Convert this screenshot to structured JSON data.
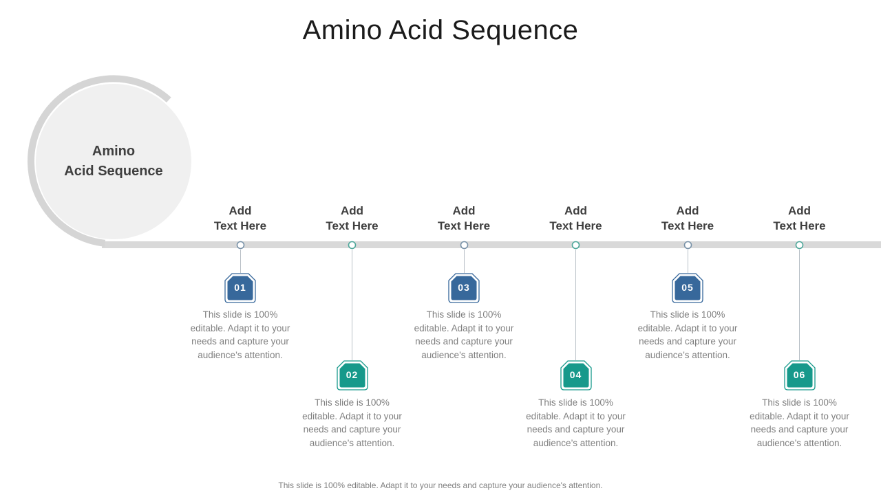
{
  "slide": {
    "title": "Amino Acid Sequence",
    "circle": {
      "label_line1": "Amino",
      "label_line2": "Acid Sequence"
    },
    "footer": "This slide is 100% editable. Adapt it to your needs and capture your audience's attention.",
    "colors": {
      "blue": "#37689B",
      "teal": "#17998B",
      "blue_dot": "#7A93A9",
      "teal_dot": "#4FA89B",
      "bar": "#D9D9D9",
      "arc": "#D5D5D5",
      "circle_fill": "#F0F0F0"
    },
    "steps": [
      {
        "number": "01",
        "heading_line1": "Add",
        "heading_line2": "Text Here",
        "color": "#37689B",
        "dot_color": "#7A93A9",
        "desc_lines": [
          "This slide is 100%",
          "editable. Adapt it to your",
          "needs and capture your",
          "audience’s attention."
        ]
      },
      {
        "number": "02",
        "heading_line1": "Add",
        "heading_line2": "Text Here",
        "color": "#17998B",
        "dot_color": "#4FA89B",
        "desc_lines": [
          "This slide is 100%",
          "editable. Adapt it to your",
          "needs and capture your",
          "audience’s attention."
        ]
      },
      {
        "number": "03",
        "heading_line1": "Add",
        "heading_line2": "Text Here",
        "color": "#37689B",
        "dot_color": "#7A93A9",
        "desc_lines": [
          "This slide is 100%",
          "editable. Adapt it to your",
          "needs and capture your",
          "audience’s attention."
        ]
      },
      {
        "number": "04",
        "heading_line1": "Add",
        "heading_line2": "Text Here",
        "color": "#17998B",
        "dot_color": "#4FA89B",
        "desc_lines": [
          "This slide is 100%",
          "editable. Adapt it to your",
          "needs and capture your",
          "audience’s attention."
        ]
      },
      {
        "number": "05",
        "heading_line1": "Add",
        "heading_line2": "Text Here",
        "color": "#37689B",
        "dot_color": "#7A93A9",
        "desc_lines": [
          "This slide is 100%",
          "editable. Adapt it to your",
          "needs and capture your",
          "audience’s attention."
        ]
      },
      {
        "number": "06",
        "heading_line1": "Add",
        "heading_line2": "Text Here",
        "color": "#17998B",
        "dot_color": "#4FA89B",
        "desc_lines": [
          "This slide is 100%",
          "editable. Adapt it to your",
          "needs and capture your",
          "audience’s attention."
        ]
      }
    ]
  }
}
